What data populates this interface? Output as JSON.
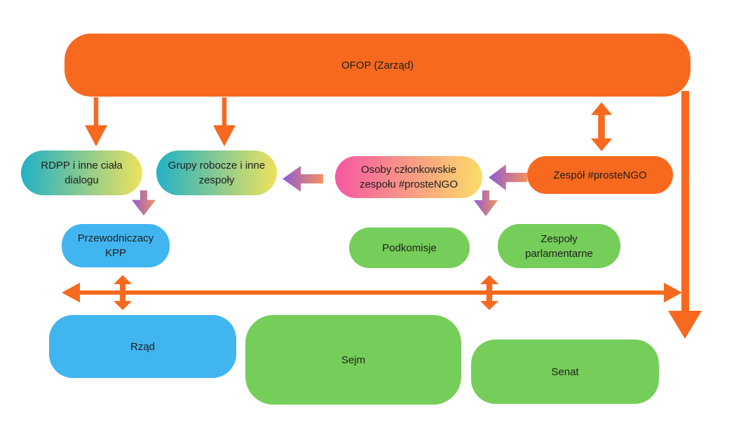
{
  "diagram_title": "OFOP (Zarząd) structure diagram",
  "fills": {
    "orange": "#F7691E",
    "blue": "#41B5F0",
    "green": "#75CE59",
    "teal_yellow": {
      "from": "#1FB1C6",
      "to": "#EFE25C"
    },
    "pink_yellow": {
      "from": "#F556A3",
      "to": "#FBDD68"
    },
    "purple_orange": {
      "from": "#8E5AD4",
      "to": "#F4935B"
    }
  },
  "palette": {
    "text": "#1E1E1E",
    "background": "#FFFFFF"
  },
  "nodes": {
    "ofop": {
      "lines": [
        "OFOP (Zarząd)"
      ]
    },
    "rdpp": {
      "lines": [
        "RDPP i inne ciała",
        "dialogu"
      ]
    },
    "grupy": {
      "lines": [
        "Grupy robocze i inne",
        "zespoły"
      ]
    },
    "osoby": {
      "lines": [
        "Osoby członkowskie",
        "zespołu #prosteNGO"
      ]
    },
    "zespol": {
      "lines": [
        "Zespół #prosteNGO"
      ]
    },
    "przewodniczacy": {
      "lines": [
        "Przewodniczacy",
        "KPP"
      ]
    },
    "podkomisje": {
      "lines": [
        "Podkomisje"
      ]
    },
    "zespoly_parlamentarne": {
      "lines": [
        "Zespoły",
        "parlamentarne"
      ]
    },
    "rzad": {
      "lines": [
        "Rząd"
      ]
    },
    "sejm": {
      "lines": [
        "Sejm"
      ]
    },
    "senat": {
      "lines": [
        "Senat"
      ]
    }
  },
  "connections": [
    {
      "from": "OFOP (Zarząd)",
      "to": "RDPP i inne ciała dialogu",
      "direction": "down",
      "style": "orange solid"
    },
    {
      "from": "OFOP (Zarząd)",
      "to": "Grupy robocze i inne zespoły",
      "direction": "down",
      "style": "orange solid"
    },
    {
      "from": "OFOP (Zarząd)",
      "to": "Zespół #prosteNGO",
      "direction": "two-way",
      "style": "orange solid"
    },
    {
      "from": "OFOP (Zarząd)",
      "to": "bottom right (Senat area)",
      "direction": "down",
      "style": "orange solid line with large arrowhead"
    },
    {
      "from": "Zespół #prosteNGO",
      "to": "Osoby członkowskie zespołu #prosteNGO",
      "direction": "left",
      "style": "purple-orange gradient"
    },
    {
      "from": "Osoby członkowskie zespołu #prosteNGO",
      "to": "Grupy robocze i inne zespoły",
      "direction": "left",
      "style": "purple-orange gradient"
    },
    {
      "from": "RDPP i inne ciała dialogu",
      "to": "Przewodniczacy KPP",
      "direction": "down",
      "style": "purple-orange gradient"
    },
    {
      "from": "Osoby członkowskie zespołu #prosteNGO",
      "to": "Podkomisje / Zespoły parlamentarne",
      "direction": "down",
      "style": "purple-orange gradient"
    },
    {
      "from": "left edge",
      "to": "right vertical line",
      "direction": "two-way horizontal",
      "style": "orange solid"
    },
    {
      "from": "Przewodniczacy KPP",
      "to": "Rząd",
      "direction": "two-way",
      "style": "orange solid"
    },
    {
      "from": "Podkomisje",
      "to": "Sejm",
      "direction": "two-way",
      "style": "orange solid"
    }
  ]
}
